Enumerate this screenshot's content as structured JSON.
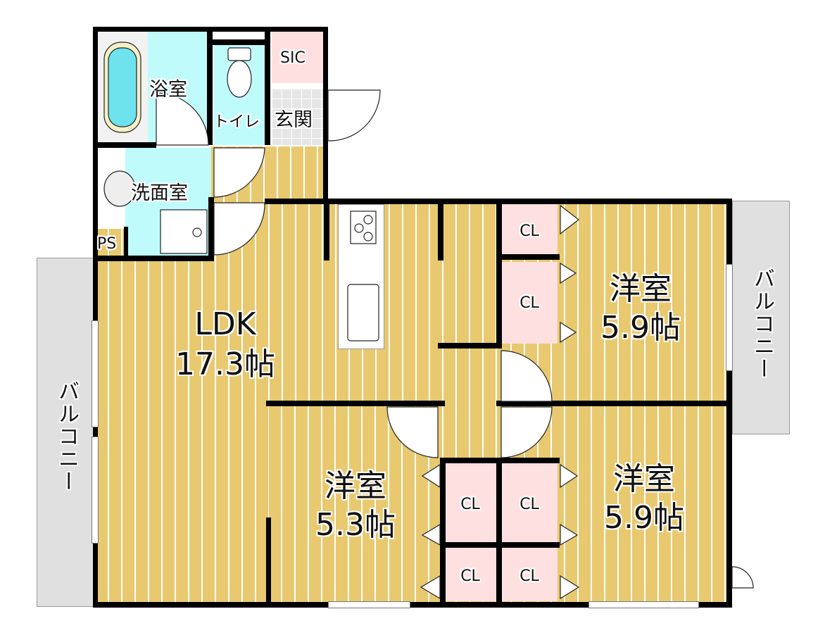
{
  "rooms": {
    "bath": "浴室",
    "toilet": "トイレ",
    "entrance": "玄関",
    "sic": "SIC",
    "washroom": "洗面室",
    "ps": "PS",
    "ldk": {
      "name": "LDK",
      "size": "17.3帖"
    },
    "bedroom_upper_right": {
      "name": "洋室",
      "size": "5.9帖"
    },
    "bedroom_lower_center": {
      "name": "洋室",
      "size": "5.3帖"
    },
    "bedroom_lower_right": {
      "name": "洋室",
      "size": "5.9帖"
    },
    "closet": "CL",
    "balcony": "バルコニー"
  },
  "colors": {
    "floor": "#E9C96F",
    "wet": "#C0FBFC",
    "closet": "#FFE0E0",
    "balcony": "#E0E0E0"
  }
}
